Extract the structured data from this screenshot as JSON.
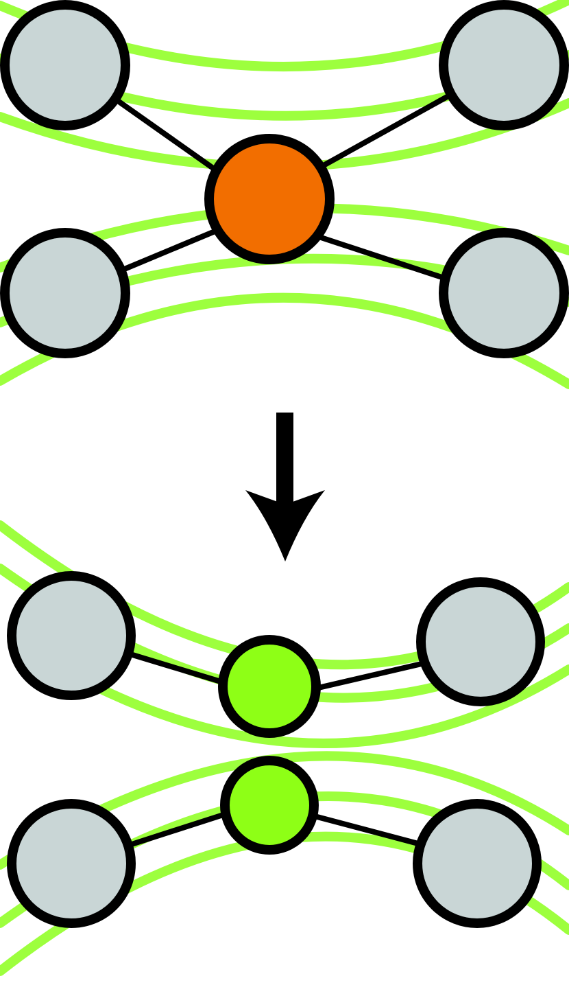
{
  "colors": {
    "background": "#ffffff",
    "curve": "#9dff3e",
    "outline": "#000000",
    "node_neutral": "#c9d6d6",
    "node_before": "#f26e00",
    "node_after": "#8eff16",
    "arrow": "#000000"
  },
  "diagram": {
    "before": {
      "center_node": "orange",
      "neighbor_nodes": [
        "gray",
        "gray",
        "gray",
        "gray"
      ]
    },
    "transition": "arrow-down",
    "after": {
      "center_nodes": [
        "green",
        "green"
      ],
      "neighbor_nodes": [
        "gray",
        "gray",
        "gray",
        "gray"
      ]
    }
  }
}
